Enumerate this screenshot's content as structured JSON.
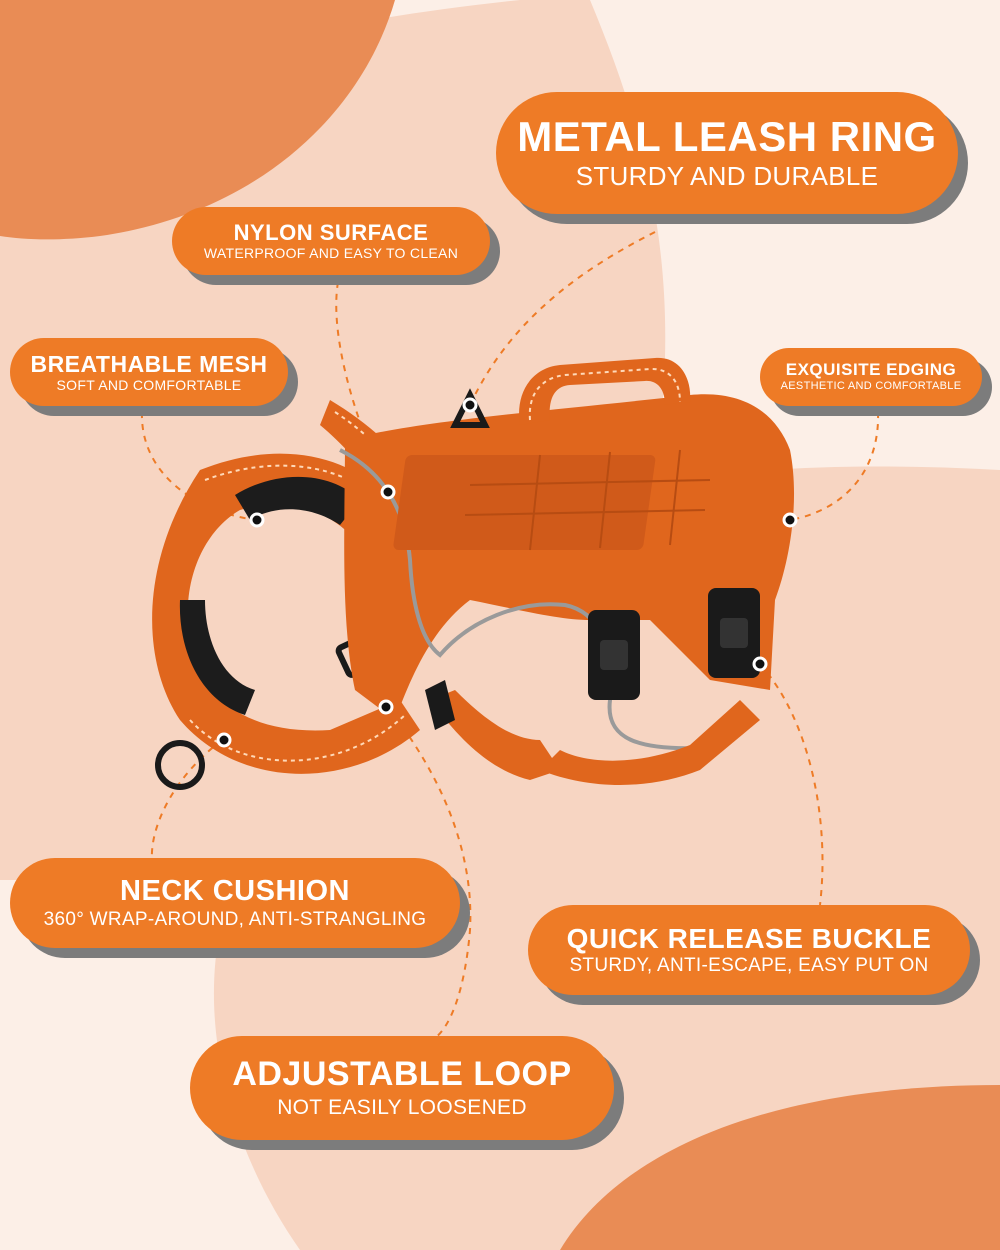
{
  "colors": {
    "background": "#fcefe7",
    "blob_light": "#f7d5c2",
    "blob_dark": "#e98c55",
    "accent": "#ee7b26",
    "shadow": "#7c7c7c",
    "harness": "#e0661d"
  },
  "callouts": {
    "metal_leash_ring": {
      "title": "METAL LEASH RING",
      "subtitle": "STURDY AND DURABLE"
    },
    "nylon_surface": {
      "title": "NYLON SURFACE",
      "subtitle": "WATERPROOF AND EASY TO CLEAN"
    },
    "breathable_mesh": {
      "title": "BREATHABLE MESH",
      "subtitle": "SOFT AND COMFORTABLE"
    },
    "exquisite_edging": {
      "title": "EXQUISITE EDGING",
      "subtitle": "AESTHETIC AND COMFORTABLE"
    },
    "neck_cushion": {
      "title": "NECK CUSHION",
      "subtitle": "360° WRAP-AROUND, ANTI-STRANGLING"
    },
    "quick_release_buckle": {
      "title": "QUICK RELEASE BUCKLE",
      "subtitle": "STURDY, ANTI-ESCAPE, EASY PUT ON"
    },
    "adjustable_loop": {
      "title": "ADJUSTABLE LOOP",
      "subtitle": "NOT EASILY LOOSENED"
    }
  }
}
